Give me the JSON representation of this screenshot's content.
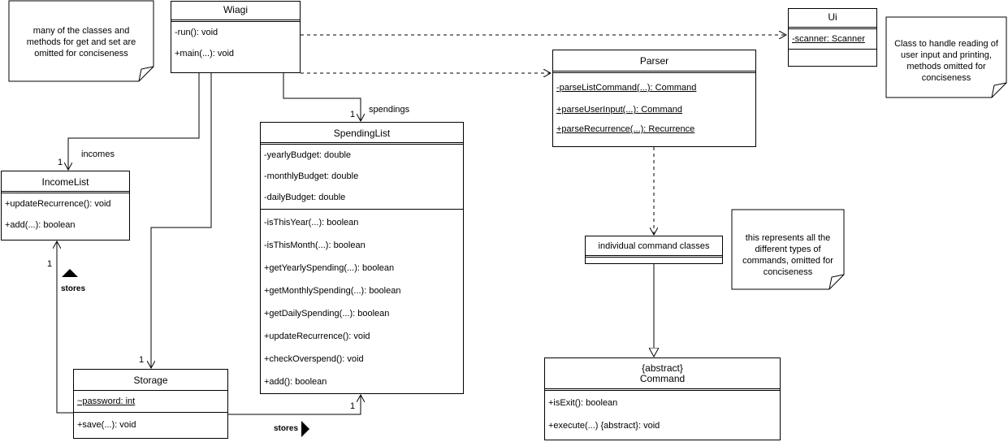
{
  "classes": {
    "wiagi": {
      "name": "Wiagi",
      "methods": [
        "-run(): void",
        "+main(...): void"
      ]
    },
    "ui": {
      "name": "Ui",
      "attributes": [
        "-scanner: Scanner"
      ]
    },
    "parser": {
      "name": "Parser",
      "methods": [
        "-parseListCommand(...): Command",
        "+parseUserInput(...): Command",
        "+parseRecurrence(...): Recurrence"
      ]
    },
    "spendinglist": {
      "name": "SpendingList",
      "attributes": [
        "-yearlyBudget: double",
        "-monthlyBudget: double",
        "-dailyBudget: double"
      ],
      "methods": [
        "-isThisYear(...): boolean",
        "-isThisMonth(...): boolean",
        "+getYearlySpending(...): boolean",
        "+getMonthlySpending(...): boolean",
        "+getDailySpending(...): boolean",
        "+updateRecurrence(): void",
        "+checkOverspend(): void",
        "+add(): boolean"
      ]
    },
    "incomelist": {
      "name": "IncomeList",
      "methods": [
        "+updateRecurrence(): void",
        "+add(...): boolean"
      ]
    },
    "storage": {
      "name": "Storage",
      "attributes": [
        "~password: int"
      ],
      "methods": [
        "+save(...): void"
      ]
    },
    "individual": {
      "name": "individual command classes"
    },
    "command": {
      "stereotype": "{abstract}",
      "name": "Command",
      "methods": [
        "+isExit(): boolean",
        "+execute(...) {abstract}: void"
      ]
    }
  },
  "notes": {
    "getset": "many of the classes and methods for get and set are omitted for conciseness",
    "ui": "Class to handle reading of user input and printing, methods omitted for conciseness",
    "commands": "this represents all the different types of commands, omitted for conciseness"
  },
  "labels": {
    "spendings": "spendings",
    "spendings_mult": "1",
    "incomes": "incomes",
    "incomes_mult": "1",
    "storage_mult": "1",
    "income_store_mult": "1",
    "spending_store_mult": "1",
    "stores_left": "stores",
    "stores_bottom": "stores"
  }
}
